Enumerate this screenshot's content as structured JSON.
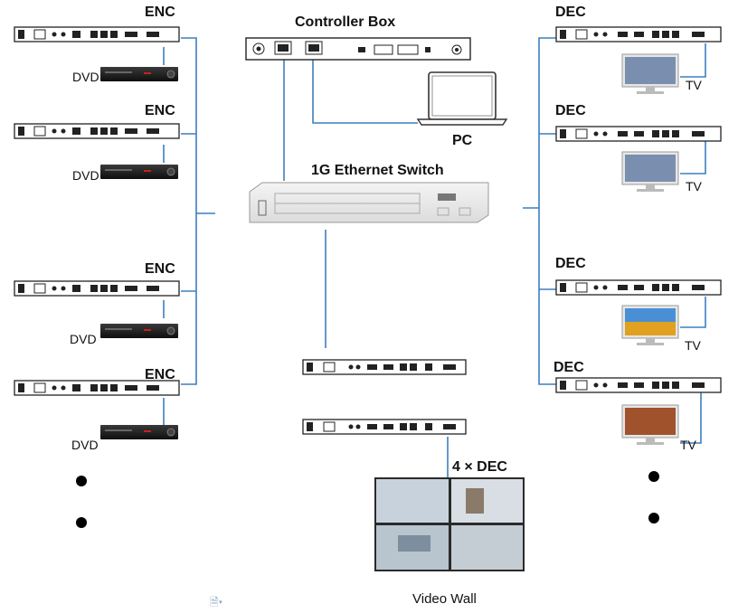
{
  "labels": {
    "controller": "Controller Box",
    "switch": "1G Ethernet Switch",
    "pc": "PC",
    "enc": "ENC",
    "dec": "DEC",
    "dvd": "DVD",
    "tv": "TV",
    "four_dec": "4 × DEC",
    "video_wall": "Video Wall"
  },
  "colors": {
    "link": "#3d7fc1",
    "device_body": "#ffffff",
    "device_border": "#222222",
    "dvd_body": "#1a1a1a",
    "accent_red": "#c0241c"
  },
  "icons": {
    "doc": "document-icon"
  }
}
